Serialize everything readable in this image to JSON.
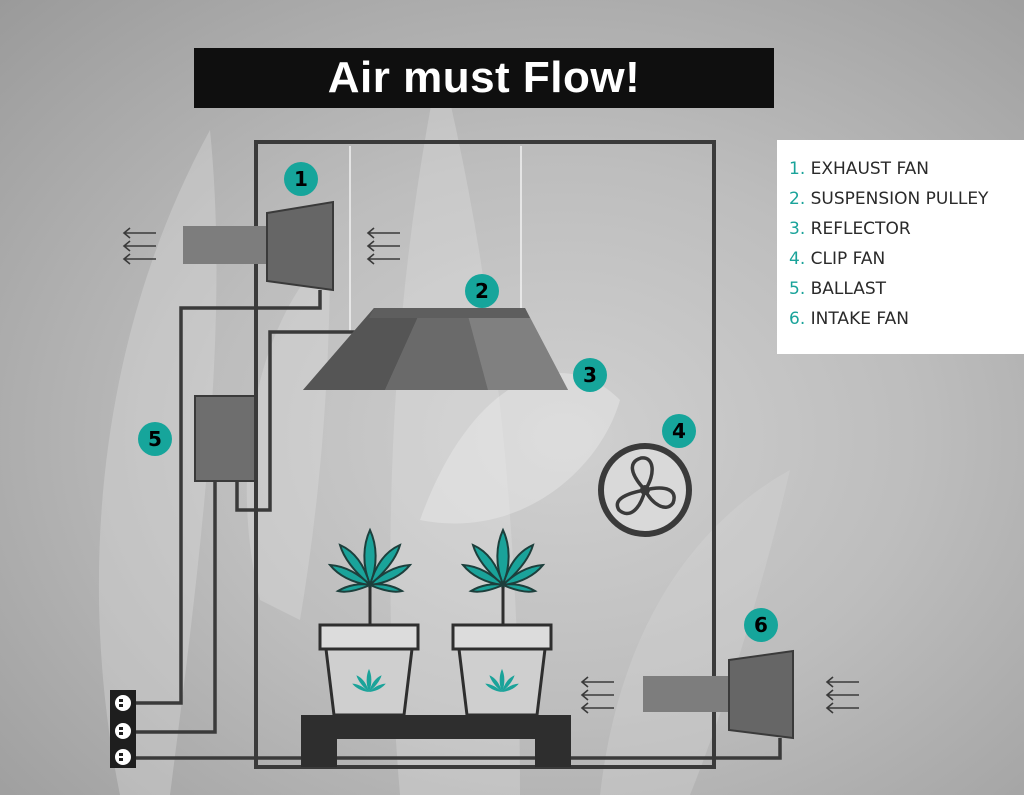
{
  "title": "Air must Flow!",
  "legend": [
    {
      "num": "1.",
      "label": "EXHAUST FAN"
    },
    {
      "num": "2.",
      "label": "SUSPENSION PULLEY"
    },
    {
      "num": "3.",
      "label": "REFLECTOR"
    },
    {
      "num": "4.",
      "label": "CLIP FAN"
    },
    {
      "num": "5.",
      "label": "BALLAST"
    },
    {
      "num": "6.",
      "label": "INTAKE FAN"
    }
  ],
  "badges": {
    "b1": "1",
    "b2": "2",
    "b3": "3",
    "b4": "4",
    "b5": "5",
    "b6": "6"
  },
  "colors": {
    "accent": "#16a59b",
    "tent": "#3a3a3a",
    "banner": "#0f0f0f",
    "device": "#666666"
  },
  "icons": [
    "exhaust-fan-icon",
    "reflector-icon",
    "clip-fan-icon",
    "ballast-icon",
    "intake-fan-icon",
    "cannabis-plant-icon",
    "power-outlet-icon",
    "airflow-arrows-icon"
  ]
}
